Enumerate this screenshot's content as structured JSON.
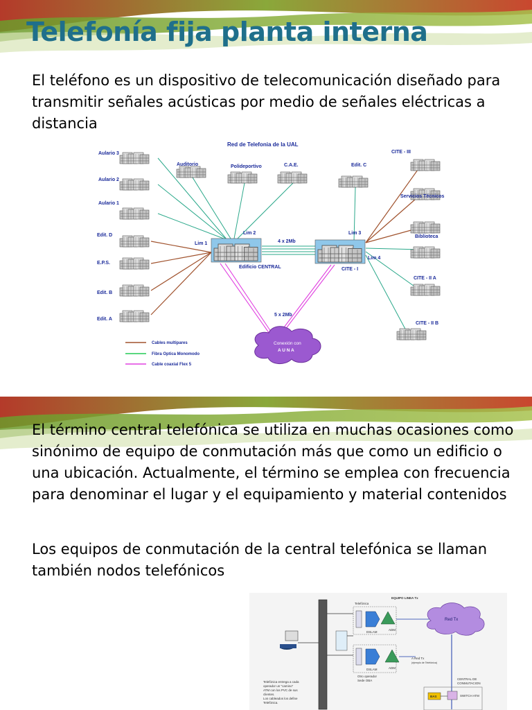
{
  "slide1": {
    "title": "Telefonía fija  planta interna",
    "paragraph": "El teléfono es un dispositivo de telecomunicación diseñado para transmitir señales acústicas por medio de señales eléctricas a distancia",
    "diagram": {
      "title": "Red de Telefonia de la UAL",
      "nodes": {
        "aulario3": "Aulario 3",
        "aulario2": "Aulario 2",
        "aulario1": "Aulario 1",
        "editD": "Edit. D",
        "eps": "E.P.S.",
        "editB": "Edit. B",
        "editA": "Edit. A",
        "auditorio": "Auditorio",
        "polideportivo": "Polideportivo",
        "cae": "C.A.E.",
        "editC": "Edit. C",
        "cite3": "CITE - III",
        "servicios": "Servicios Técnicos",
        "biblioteca": "Biblioteca",
        "cite2a": "CITE - II A",
        "cite2b": "CITE - II B",
        "central": "Edificio CENTRAL",
        "cite1": "CITE - I",
        "lim1": "Lim 1",
        "lim2": "Lim 2",
        "lim3": "Lim 3",
        "lim4": "Lim 4",
        "link4": "4 x 2Mb",
        "link5": "5 x 2Mb",
        "cloud_line1": "Conexión con",
        "cloud_line2": "A U N A"
      },
      "legend": [
        {
          "label": "Cables multipares",
          "color": "#a0522d"
        },
        {
          "label": "Fibra Optica Monomodo",
          "color": "#22cc55"
        },
        {
          "label": "Cable coaxial Flex 5",
          "color": "#e040e0"
        }
      ]
    }
  },
  "slide2": {
    "paragraph1": "El término central telefónica se utiliza en muchas ocasiones como sinónimo de equipo de conmutación más que como un edificio o una ubicación. Actualmente, el término se emplea con frecuencia para denominar el lugar y el equipamiento y material contenidos",
    "paragraph2": "Los equipos de conmutación de la central telefónica se llaman también nodos telefónicos",
    "diagram": {
      "equipo_linea": "EQUIPO LINEA Tx",
      "telefonica": "Telefónica",
      "red_tx": "Red Tx",
      "dslam1": "DSLAM",
      "adm1": "ADM",
      "dslam2": "DSLAM",
      "adm2": "ADM",
      "a_red": "A Red Tx",
      "ejemplo": "(ejemplo de Telefónica)",
      "otro_operador": "Otro operador",
      "sede_oba": "Sede OBA",
      "central_line1": "CENTRAL DE",
      "central_line2": "CONMUTACION",
      "switch_atm": "SWITCH ATM",
      "bas": "BAS",
      "note_lines": [
        "Telefónica entrega a cada",
        "operador un \"camino\"",
        "ATM con los PVC de sus",
        "clientes.",
        "Los cableados los define",
        "Telefónica."
      ]
    }
  }
}
